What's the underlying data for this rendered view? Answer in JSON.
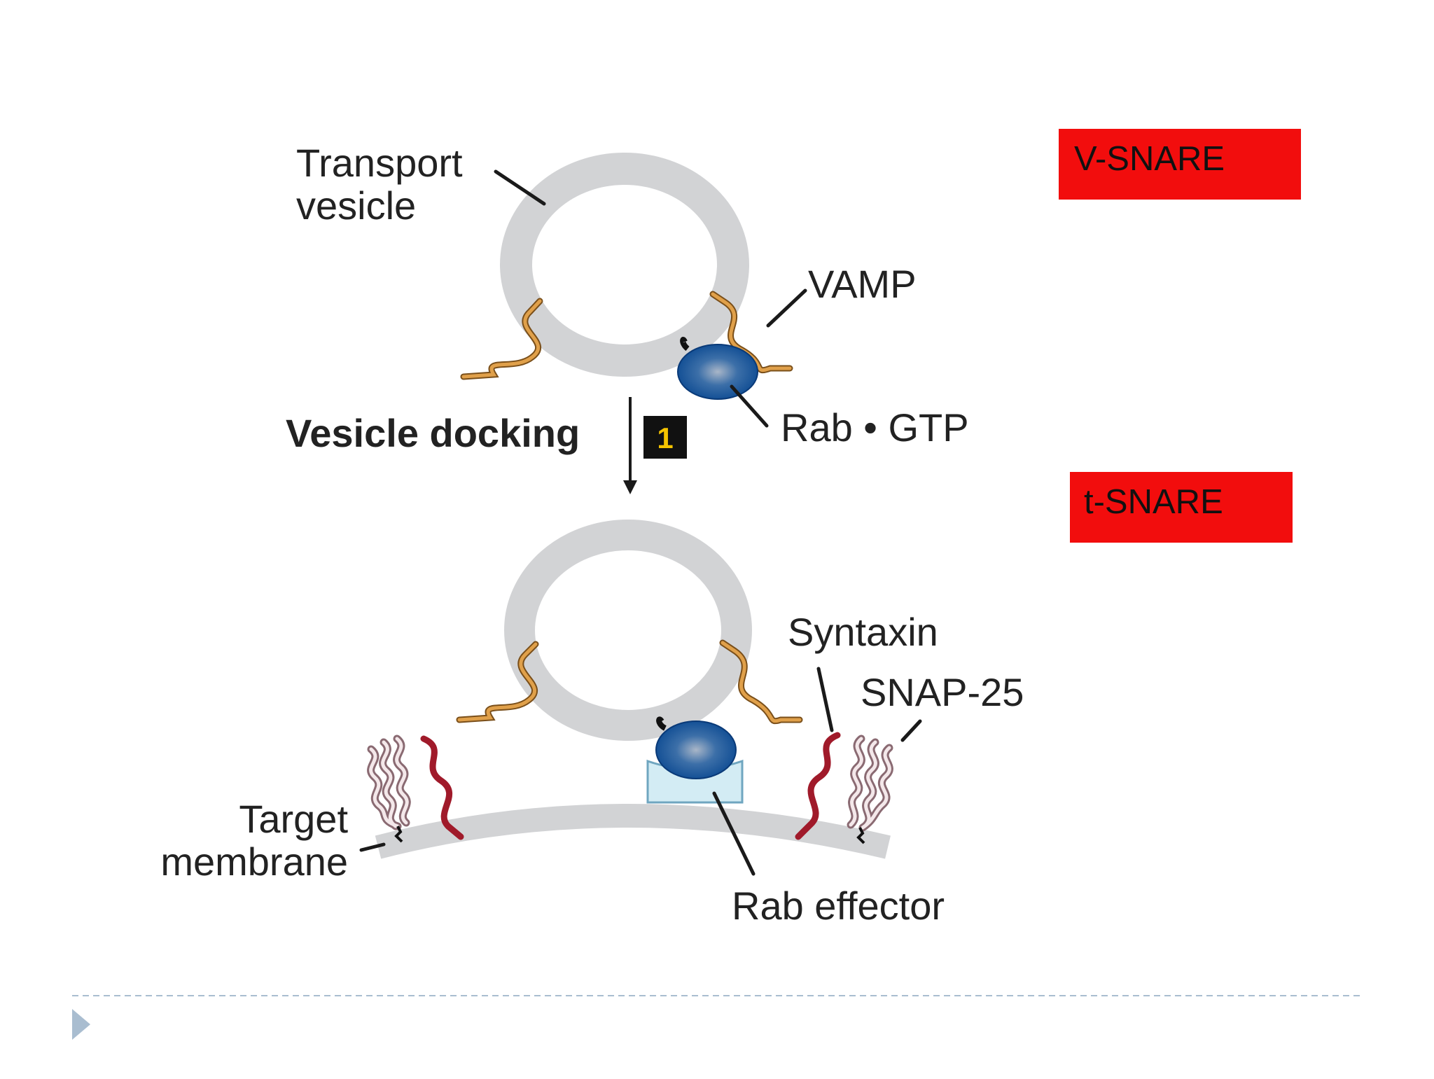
{
  "diagram": {
    "labels": {
      "transport_vesicle": [
        "Transport",
        "vesicle"
      ],
      "vamp": "VAMP",
      "vesicle_docking": "Vesicle docking",
      "step_number": "1",
      "rab_gtp": "Rab • GTP",
      "syntaxin": "Syntaxin",
      "snap25": "SNAP-25",
      "target_membrane": [
        "Target",
        "membrane"
      ],
      "rab_effector": "Rab effector"
    }
  },
  "callouts": {
    "v_snare": "V-SNARE",
    "t_snare": "t-SNARE",
    "color": "#f20d0d"
  },
  "footer": {
    "bullet_icon": "triangle-right-icon",
    "divider_color": "#a9bdd0"
  }
}
